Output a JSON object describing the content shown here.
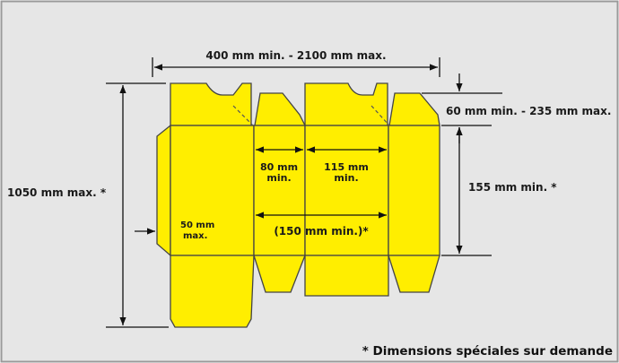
{
  "colors": {
    "background": "#e6e6e6",
    "frame": "#9a9a9a",
    "panel_fill": "#ffee00",
    "outline": "#444444",
    "dimension_line": "#111111"
  },
  "labels": {
    "width_range": "400 mm min. - 2100 mm max.",
    "height_max": "1050 mm max. *",
    "flap_depth": "60 mm min. - 235 mm max.",
    "body_height": "155 mm min. *",
    "side_panel_line1": "80 mm",
    "side_panel_line2": "min.",
    "front_panel_line1": "115 mm",
    "front_panel_line2": "min.",
    "combined_width": "(150 mm min.)*",
    "glue_flap_line1": "50 mm",
    "glue_flap_line2": "max.",
    "footnote": "* Dimensions spéciales sur demande"
  }
}
